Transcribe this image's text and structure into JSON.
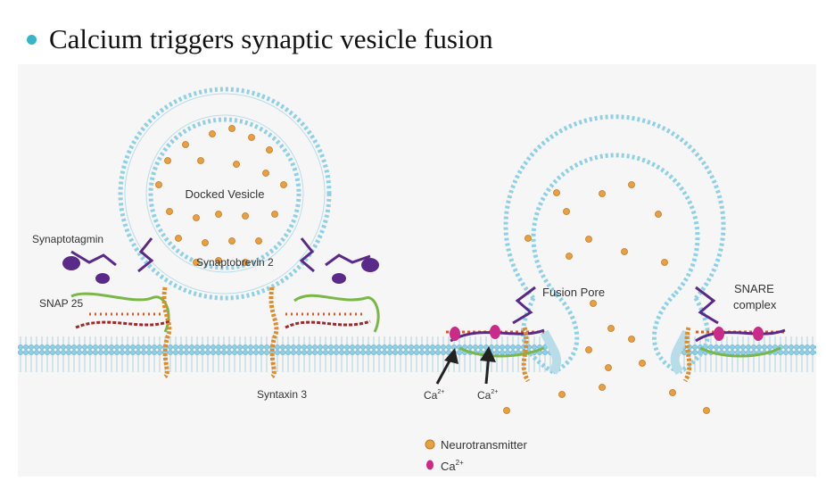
{
  "slide": {
    "title": "Calcium triggers synaptic vesicle fusion",
    "bullet_color": "#38b4c8"
  },
  "diagram": {
    "labels": {
      "docked_vesicle": "Docked Vesicle",
      "synaptotagmin": "Synaptotagmin",
      "synaptobrevin": "Synaptobrevin 2",
      "snap25": "SNAP 25",
      "syntaxin": "Syntaxin 3",
      "fusion_pore": "Fusion Pore",
      "snare_line1": "SNARE",
      "snare_line2": "complex",
      "ca_left": "Ca",
      "ca_right": "Ca",
      "ca_charge": "2+"
    },
    "legend": {
      "neurotransmitter": "Neurotransmitter",
      "calcium": "Ca",
      "calcium_charge": "2+"
    },
    "colors": {
      "membrane_head": "#8fd0e6",
      "membrane_stroke": "#5aa9c8",
      "neurotransmitter": "#e8a040",
      "calcium": "#cc2a88",
      "synaptotagmin": "#5a2a8a",
      "synaptobrevin": "#a02828",
      "snap25": "#7ab648",
      "syntaxin": "#e08a28",
      "arrow": "#222222"
    }
  }
}
